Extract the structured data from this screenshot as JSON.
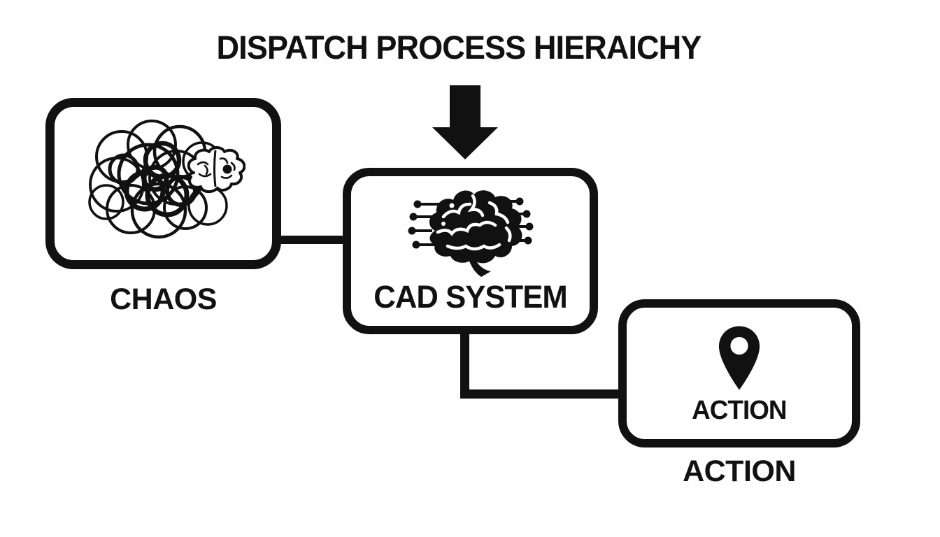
{
  "title": "DISPATCH PROCESS HIERAICHY",
  "nodes": {
    "chaos": {
      "label": "CHAOS",
      "icon": "tangled-scribble-brain-icon"
    },
    "cad": {
      "label": "CAD SYSTEM",
      "icon": "circuit-brain-icon"
    },
    "action": {
      "label": "ACTION",
      "caption": "ACTION",
      "icon": "location-pin-icon"
    }
  },
  "flow": {
    "arrow_icon": "down-arrow-icon",
    "connections": [
      {
        "from": "CHAOS",
        "to": "CAD SYSTEM",
        "shape": "horizontal"
      },
      {
        "from": "CAD SYSTEM",
        "to": "ACTION",
        "shape": "elbow-down-right"
      }
    ]
  },
  "colors": {
    "ink": "#111111",
    "background": "#fefefe"
  }
}
